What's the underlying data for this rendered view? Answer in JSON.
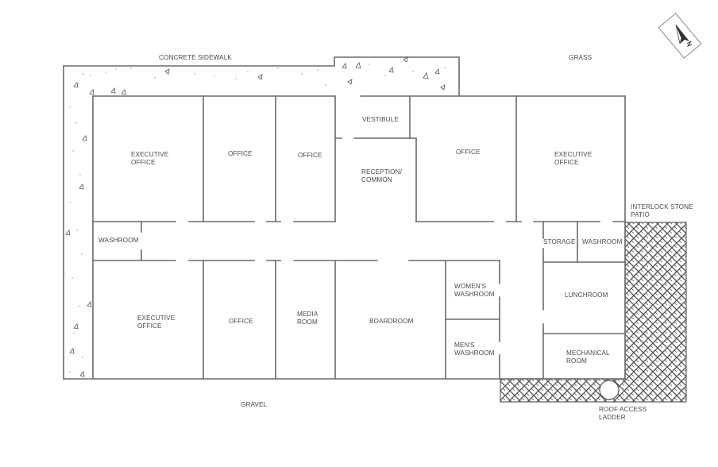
{
  "plan": {
    "type": "floor-plan",
    "colors": {
      "wall": "#6b6b6b",
      "text": "#4a4a4a",
      "background": "#ffffff",
      "hatch": "#555555"
    }
  },
  "exterior": {
    "concrete_sidewalk": "CONCRETE SIDEWALK",
    "grass": "GRASS",
    "gravel": "GRAVEL",
    "patio_line1": "INTERLOCK STONE",
    "patio_line2": "PATIO",
    "ladder_line1": "ROOF ACCESS",
    "ladder_line2": "LADDER"
  },
  "compass": {
    "icon": "north-arrow-icon",
    "letter": "N"
  },
  "rooms": {
    "exec_nw": {
      "line1": "EXECUTIVE",
      "line2": "OFFICE"
    },
    "office_n1": {
      "line1": "OFFICE"
    },
    "office_n2": {
      "line1": "OFFICE"
    },
    "vestibule": {
      "line1": "VESTIBULE"
    },
    "reception": {
      "line1": "RECEPTION/",
      "line2": "COMMON"
    },
    "office_n3": {
      "line1": "OFFICE"
    },
    "exec_ne": {
      "line1": "EXECUTIVE",
      "line2": "OFFICE"
    },
    "washroom_w": {
      "line1": "WASHROOM"
    },
    "storage": {
      "line1": "STORAGE"
    },
    "washroom_e": {
      "line1": "WASHROOM"
    },
    "exec_sw": {
      "line1": "EXECUTIVE",
      "line2": "OFFICE"
    },
    "office_s1": {
      "line1": "OFFICE"
    },
    "media": {
      "line1": "MEDIA",
      "line2": "ROOM"
    },
    "boardroom": {
      "line1": "BOARDROOM"
    },
    "womens": {
      "line1": "WOMEN'S",
      "line2": "WASHROOM"
    },
    "mens": {
      "line1": "MEN'S",
      "line2": "WASHROOM"
    },
    "lunchroom": {
      "line1": "LUNCHROOM"
    },
    "mechanical": {
      "line1": "MECHANICAL",
      "line2": "ROOM"
    }
  }
}
